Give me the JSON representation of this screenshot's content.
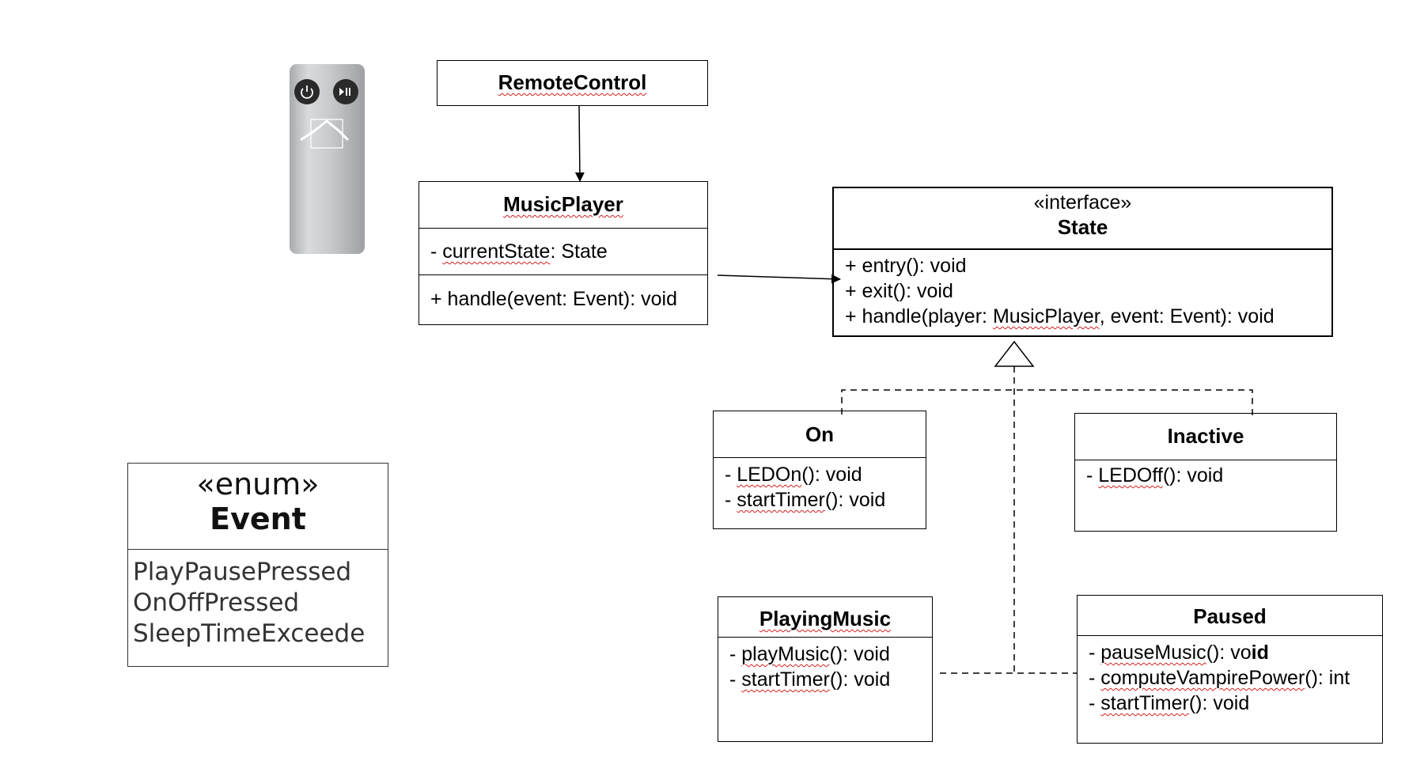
{
  "diagram": {
    "remote_control": {
      "title": "RemoteControl"
    },
    "music_player": {
      "title": "MusicPlayer",
      "attributes": [
        {
          "prefix": "- ",
          "name": "currentState",
          "rest": ": State"
        }
      ],
      "operations": [
        {
          "text": "+ handle(event: Event): void"
        }
      ]
    },
    "state": {
      "stereotype": "«interface»",
      "title": "State",
      "operations": [
        {
          "text": "+ entry(): void"
        },
        {
          "text": "+ exit(): void"
        },
        {
          "before": "+ handle(player: ",
          "name": "MusicPlayer",
          "after": ", event:  Event): void"
        }
      ]
    },
    "on": {
      "title": "On",
      "operations": [
        {
          "prefix": "- ",
          "name": "LEDOn",
          "rest": "(): void"
        },
        {
          "prefix": "- ",
          "name": "startTimer",
          "rest": "(): void"
        }
      ]
    },
    "inactive": {
      "title": "Inactive",
      "operations": [
        {
          "prefix": "- ",
          "name": "LEDOff",
          "rest": "(): void"
        }
      ]
    },
    "playing_music": {
      "title": "PlayingMusic",
      "operations": [
        {
          "prefix": "- ",
          "name": "playMusic",
          "rest": "(): void"
        },
        {
          "prefix": "- ",
          "name": "startTimer",
          "rest": "(): void"
        }
      ]
    },
    "paused": {
      "title": "Paused",
      "operations": [
        {
          "prefix": "- ",
          "name": "pauseMusic",
          "rest": "(): vo",
          "bold_tail": "id"
        },
        {
          "prefix": "- ",
          "name": "computeVampirePower",
          "rest": "(): int"
        },
        {
          "prefix": "- ",
          "name": "startTimer",
          "rest": "(): void"
        }
      ]
    },
    "event_enum": {
      "stereotype": "«enum»",
      "title": "Event",
      "literals": [
        "PlayPausePressed",
        "OnOffPressed",
        "SleepTimeExceede"
      ]
    }
  },
  "colors": {
    "line": "#000000",
    "spellcheck_underline": "#d02020",
    "remote_body": "#c4c6c8",
    "remote_button": "#2a2a2a"
  },
  "icons": {
    "power_button": "power-icon",
    "play_pause_button": "play-pause-icon",
    "home_logo": "house-icon"
  }
}
